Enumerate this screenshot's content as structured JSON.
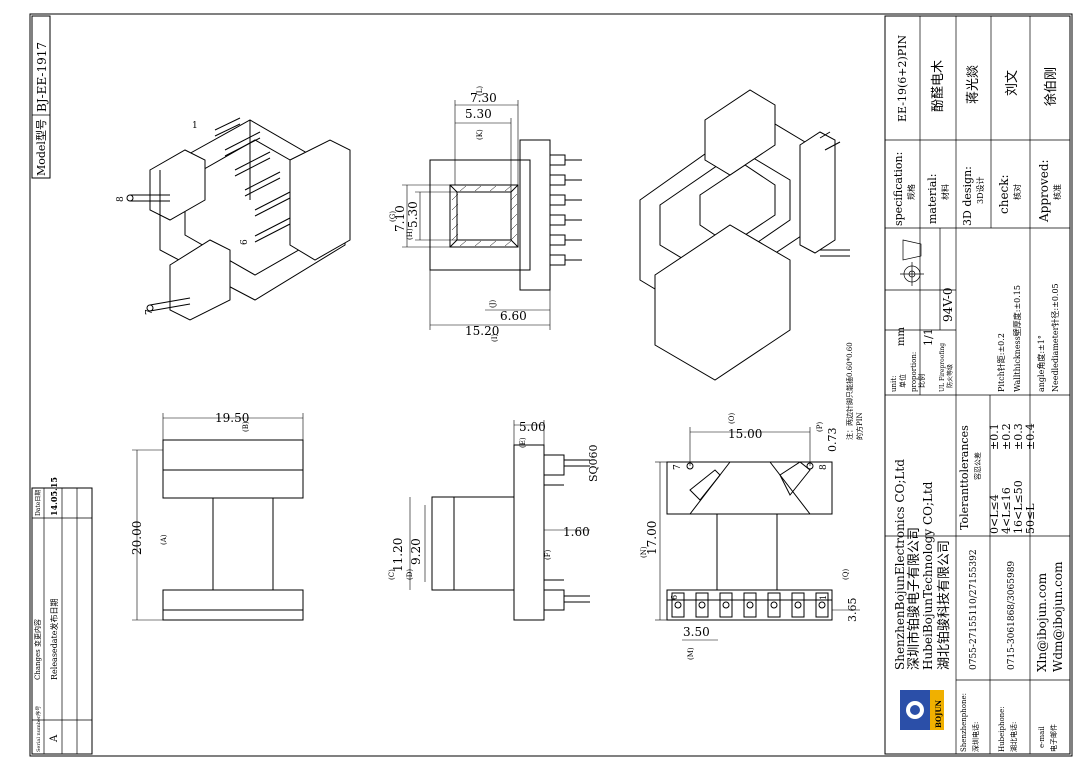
{
  "model_label": "Model型号",
  "model_value": "BJ-EE-1917",
  "changes": {
    "h_serial": "Serial number序号",
    "h_changes": "Changes 变更内容",
    "h_date": "Date日期",
    "row_serial": "A",
    "row_change": "Releasedate发布日期",
    "row_date": "14.05.15"
  },
  "title_block": {
    "spec_label_en": "specification:",
    "spec_label_cn": "规格",
    "spec_value": "EE-19(6+2)PIN",
    "material_label_en": "material:",
    "material_label_cn": "材料",
    "material_value": "酚醛电木",
    "design_label_en": "3D design:",
    "design_label_cn": "3D设计",
    "design_value": "蒋光燚",
    "check_label_en": "check:",
    "check_label_cn": "核对",
    "check_value": "刘文",
    "approved_label_en": "Approved:",
    "approved_label_cn": "核准",
    "approved_value": "徐伯刚",
    "unit_label_en": "unit:",
    "unit_label_cn": "单位",
    "unit_value": "mm",
    "proportion_label_en": "proportion:",
    "proportion_label_cn": "比例",
    "proportion_value": "1/1",
    "ul_label_en": "UL Fireproofing",
    "ul_label_cn": "防火等级",
    "ul_value": "94V-0",
    "tolerance_title_en": "Toleranttolerances",
    "tolerance_title_cn": "容忍公差",
    "tolerances": [
      {
        "range": "0<L≤4",
        "tol": "±0.1"
      },
      {
        "range": "4<L≤16",
        "tol": "±0.2"
      },
      {
        "range": "16<L≤50",
        "tol": "±0.3"
      },
      {
        "range": "50≤L",
        "tol": "±0.4"
      }
    ],
    "tolerance_notes": [
      "Pitch针距:±0.2",
      "Wallthickness壁厚度:±0.15",
      "angle角度:±1°",
      "Needlediameter针径:±0.05"
    ],
    "company_lines": [
      "ShenzhenBojunElectronics CO;Ltd",
      "深圳市铂骏电子有限公司",
      "HubeiBojunTechnology CO;Ltd",
      "湖北铂骏科技有限公司"
    ],
    "logo_text": "BOJUN",
    "shenzhen_phone_label": "Shenzhenphone:",
    "shenzhen_phone_label_cn": "深圳电话:",
    "shenzhen_phone": "0755-27155110/27155392",
    "hubei_phone_label": "Hubeiphone:",
    "hubei_phone_label_cn": "湖北电话:",
    "hubei_phone": "0715-3061868/3065989",
    "email_label": "e-mail",
    "email_label_cn": "电子邮件",
    "emails": [
      "Xln@ibojun.com",
      "Wdm@ibojun.com"
    ]
  },
  "dimensions": {
    "side_top_b": "19.50",
    "side_top_b_tag": "(B)",
    "side_a": "20.00",
    "side_a_tag": "(A)",
    "top_l": "7.30",
    "top_l_tag": "(L)",
    "top_k": "5.30",
    "top_k_tag": "(K)",
    "top_g": "7.10",
    "top_g_tag": "(G)",
    "top_h": "5.30",
    "top_h_tag": "(H)",
    "top_j": "6.60",
    "top_j_tag": "(J)",
    "top_i": "15.20",
    "top_i_tag": "(I)",
    "front_e": "5.00",
    "front_e_tag": "(E)",
    "front_pin": "SQ060",
    "front_f": "1.60",
    "front_f_tag": "(F)",
    "front_c": "11.20",
    "front_c_tag": "(C)",
    "front_d": "9.20",
    "front_d_tag": "(D)",
    "bottom_o": "15.00",
    "bottom_o_tag": "(O)",
    "bottom_p": "0.73",
    "bottom_p_tag": "(P)",
    "bottom_n": "17.00",
    "bottom_n_tag": "(N)",
    "bottom_q": "3.65",
    "bottom_q_tag": "(Q)",
    "bottom_m": "3.50",
    "bottom_m_tag": "(M)",
    "note_line1": "注：两边针脚只能插0.60*0.60",
    "note_line2": "的方PIN",
    "pin_1": "1",
    "pin_6": "6",
    "pin_7": "7",
    "pin_8": "8",
    "iso_pin_1": "1",
    "iso_pin_6": "6",
    "iso_pin_7": "7",
    "iso_pin_8": "8"
  }
}
